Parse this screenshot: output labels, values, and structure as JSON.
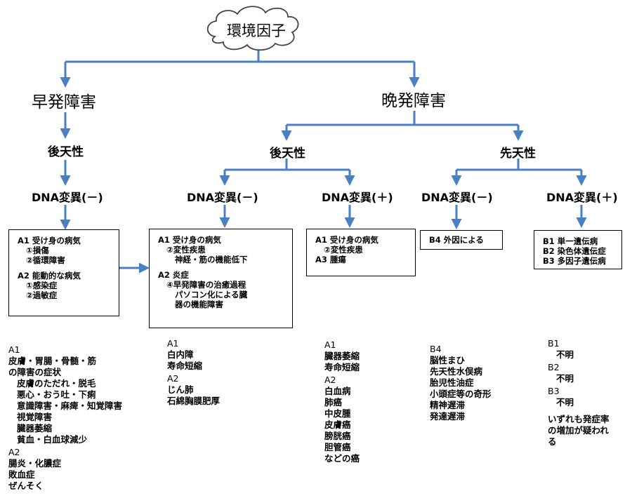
{
  "root": "環境因子",
  "early": {
    "title": "早発障害",
    "cause": "後天性",
    "dna": "DNA変異(－)",
    "box": [
      {
        "t": "A1 受け身の病気",
        "i": 0
      },
      {
        "t": "①損傷",
        "i": 1
      },
      {
        "t": "②循環障害",
        "i": 1
      },
      {
        "t": "",
        "i": 0
      },
      {
        "t": "A2 能動的な病気",
        "i": 0
      },
      {
        "t": "①感染症",
        "i": 1
      },
      {
        "t": "②過敏症",
        "i": 1
      }
    ],
    "examples": [
      {
        "t": "A1",
        "i": 0,
        "tag": true
      },
      {
        "t": "皮膚・胃腸・骨髄・筋",
        "i": 0
      },
      {
        "t": "の障害の症状",
        "i": 0
      },
      {
        "t": "皮膚のただれ・脱毛",
        "i": 1
      },
      {
        "t": "悪心・おう吐・下痢",
        "i": 1
      },
      {
        "t": "意識障害・麻痺・知覚障害",
        "i": 1
      },
      {
        "t": "視覚障害",
        "i": 1
      },
      {
        "t": "臓器萎縮",
        "i": 1
      },
      {
        "t": "貧血・白血球減少",
        "i": 1
      },
      {
        "t": "A2",
        "i": 0,
        "tag": true
      },
      {
        "t": "腸炎・化膿症",
        "i": 0
      },
      {
        "t": "敗血症",
        "i": 0
      },
      {
        "t": "ぜんそく",
        "i": 0
      }
    ]
  },
  "late": {
    "title": "晩発障害",
    "acquired": {
      "cause": "後天性",
      "neg": {
        "dna": "DNA変異(－)",
        "box": [
          {
            "t": "A1 受け身の病気",
            "i": 0
          },
          {
            "t": "②変性疾患",
            "i": 1
          },
          {
            "t": "神経・筋の機能低下",
            "i": 2
          },
          {
            "t": "",
            "i": 0
          },
          {
            "t": "A2 炎症",
            "i": 0
          },
          {
            "t": "④早発障害の治癒過程",
            "i": 1
          },
          {
            "t": "パソコン化による臓",
            "i": 2
          },
          {
            "t": "器の機能障害",
            "i": 2
          }
        ],
        "examples": [
          {
            "t": "A1",
            "i": 0,
            "tag": true
          },
          {
            "t": "白内障",
            "i": 0
          },
          {
            "t": "寿命短縮",
            "i": 0
          },
          {
            "t": "A2",
            "i": 0,
            "tag": true
          },
          {
            "t": "じん肺",
            "i": 0
          },
          {
            "t": "石綿胸膜肥厚",
            "i": 0
          }
        ]
      },
      "pos": {
        "dna": "DNA変異(＋)",
        "box": [
          {
            "t": "A1 受け身の病気",
            "i": 0
          },
          {
            "t": "②変性疾患",
            "i": 1
          },
          {
            "t": "A3 腫瘍",
            "i": 0
          }
        ],
        "examples": [
          {
            "t": "A1",
            "i": 0,
            "tag": true
          },
          {
            "t": "臓器萎縮",
            "i": 0
          },
          {
            "t": "寿命短縮",
            "i": 0
          },
          {
            "t": "A2",
            "i": 0,
            "tag": true
          },
          {
            "t": "白血病",
            "i": 0
          },
          {
            "t": "肺癌",
            "i": 0
          },
          {
            "t": "中皮腫",
            "i": 0
          },
          {
            "t": "皮膚癌",
            "i": 0
          },
          {
            "t": "膀胱癌",
            "i": 0
          },
          {
            "t": "胆管癌",
            "i": 0
          },
          {
            "t": "などの癌",
            "i": 0
          }
        ]
      }
    },
    "congenital": {
      "cause": "先天性",
      "neg": {
        "dna": "DNA変異(－)",
        "box": [
          {
            "t": "B4 外因による",
            "i": 0
          }
        ],
        "examples": [
          {
            "t": "B4",
            "i": 0,
            "tag": true
          },
          {
            "t": "脳性まひ",
            "i": 0
          },
          {
            "t": "先天性水俣病",
            "i": 0
          },
          {
            "t": "胎児性油症",
            "i": 0
          },
          {
            "t": "小頭症等の奇形",
            "i": 0
          },
          {
            "t": "精神遅滞",
            "i": 0
          },
          {
            "t": "発達遅滞",
            "i": 0
          }
        ]
      },
      "pos": {
        "dna": "DNA変異(＋)",
        "box": [
          {
            "t": "B1 単一遺伝病",
            "i": 0
          },
          {
            "t": "B2 染色体遺伝症",
            "i": 0
          },
          {
            "t": "B3 多因子遺伝病",
            "i": 0
          }
        ],
        "examples": [
          {
            "t": "B1",
            "i": 0,
            "tag": true
          },
          {
            "t": "不明",
            "i": 1
          },
          {
            "t": "B2",
            "i": 0,
            "tag": true
          },
          {
            "t": "不明",
            "i": 1
          },
          {
            "t": "B3",
            "i": 0,
            "tag": true
          },
          {
            "t": "不明",
            "i": 1
          },
          {
            "t": "",
            "i": 0
          },
          {
            "t": "いずれも発症率",
            "i": 0
          },
          {
            "t": "の増加が疑われ",
            "i": 0
          },
          {
            "t": "る",
            "i": 0
          }
        ]
      }
    }
  }
}
